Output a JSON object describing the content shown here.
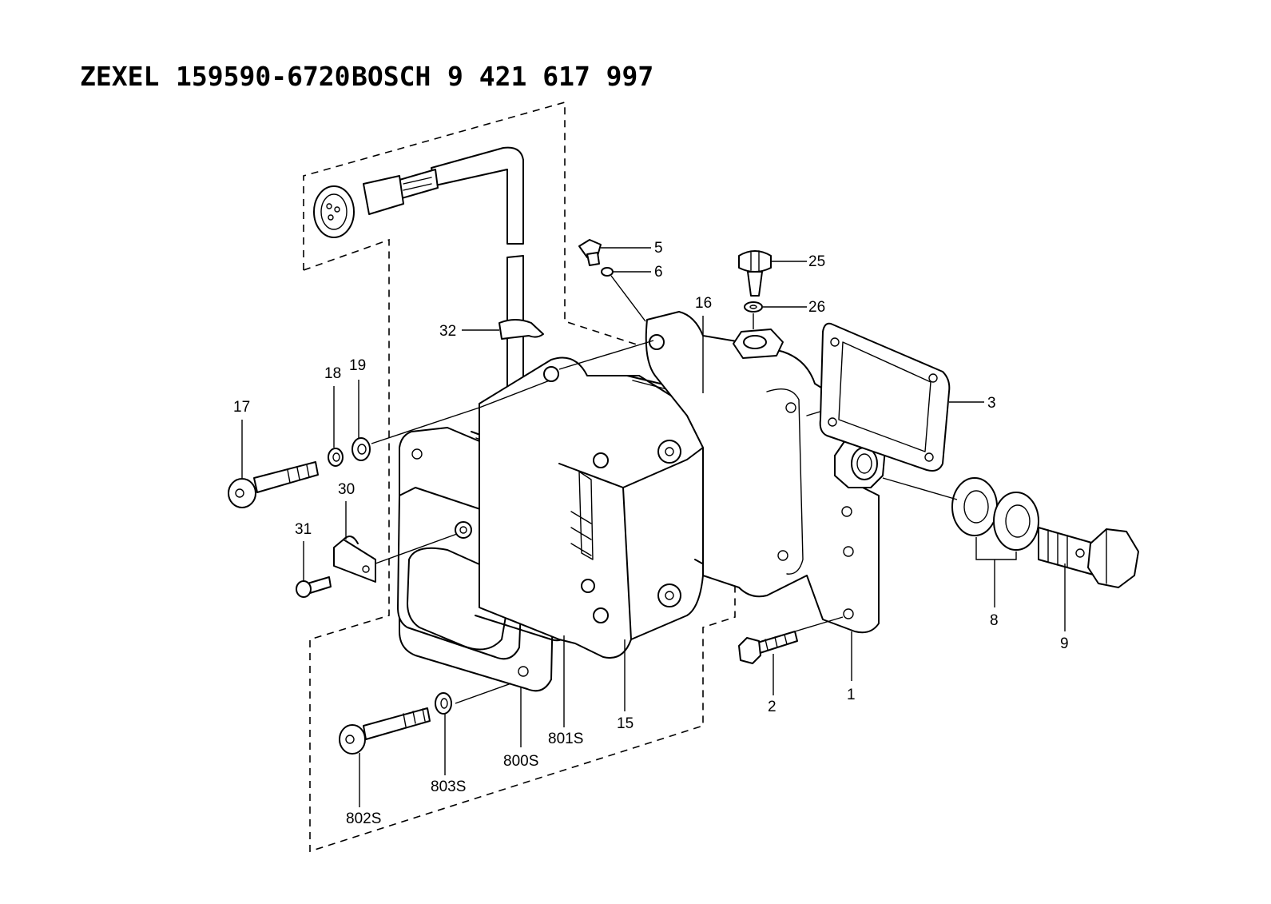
{
  "header": {
    "maker1": "ZEXEL",
    "part_no_1": "159590-6720",
    "maker2": "BOSCH",
    "part_no_2": "9 421 617 997"
  },
  "callouts": {
    "c1": "1",
    "c2": "2",
    "c3": "3",
    "c5": "5",
    "c6": "6",
    "c8": "8",
    "c9": "9",
    "c15": "15",
    "c16": "16",
    "c17": "17",
    "c18": "18",
    "c19": "19",
    "c25": "25",
    "c26": "26",
    "c30": "30",
    "c31": "31",
    "c32": "32",
    "c800s": "800S",
    "c801s": "801S",
    "c802s": "802S",
    "c803s": "803S"
  }
}
